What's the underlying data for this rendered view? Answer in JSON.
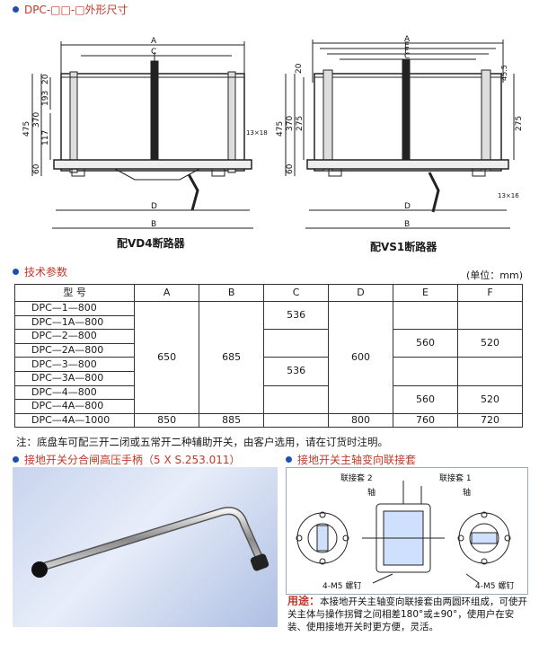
{
  "header": {
    "title": "DPC-□□-□外形尺寸"
  },
  "drawings": {
    "left": {
      "caption": "配VD4断路器",
      "dims": [
        "A",
        "C",
        "475",
        "370",
        "193",
        "117",
        "60",
        "20",
        "13×18",
        "D",
        "B"
      ]
    },
    "right": {
      "caption": "配VS1断路器",
      "dims": [
        "A",
        "E",
        "F",
        "C",
        "20",
        "45.5",
        "475",
        "370",
        "275",
        "275",
        "60",
        "13×16",
        "D",
        "B"
      ]
    }
  },
  "spec": {
    "title": "技术参数",
    "unit": "(单位：mm)",
    "headers": [
      "型 号",
      "A",
      "B",
      "C",
      "D",
      "E",
      "F"
    ],
    "models": [
      "DPC—1—800",
      "DPC—1A—800",
      "DPC—2—800",
      "DPC—2A—800",
      "DPC—3—800",
      "DPC—3A—800",
      "DPC—4—800",
      "DPC—4A—800",
      "DPC—4A—1000"
    ],
    "values": {
      "A_group": "650",
      "B_group": "685",
      "C1": "536",
      "C2": "536",
      "D_group": "600",
      "E1": "560",
      "F1": "520",
      "E2": "560",
      "F2": "520",
      "last": {
        "A": "850",
        "B": "885",
        "D": "800",
        "E": "760",
        "F": "720"
      }
    }
  },
  "note": "注：底盘车可配三开二闭或五常开二种辅助开关，由客户选用，请在订货时注明。",
  "handle": {
    "title": "接地开关分合闸高压手柄（5 X S.253.011）"
  },
  "coupling": {
    "title": "接地开关主轴变向联接套",
    "labels": {
      "sleeve2": "联接套 2",
      "sleeve1": "联接套 1",
      "shaft_left": "轴",
      "shaft_right": "轴",
      "screw_left": "4-M5 螺钉",
      "screw_right": "4-M5 螺钉"
    }
  },
  "usage": {
    "label": "用途：",
    "text": "本接地开关主轴变向联接套由两圆环组成，可使开关主体与操作拐臂之间相差180°或±90°，使用户在安装、使用接地开关时更方便，灵活。"
  },
  "colors": {
    "accent": "#c0392b",
    "bullet": "#1d4fb0",
    "panel": "#c8d4ee"
  }
}
